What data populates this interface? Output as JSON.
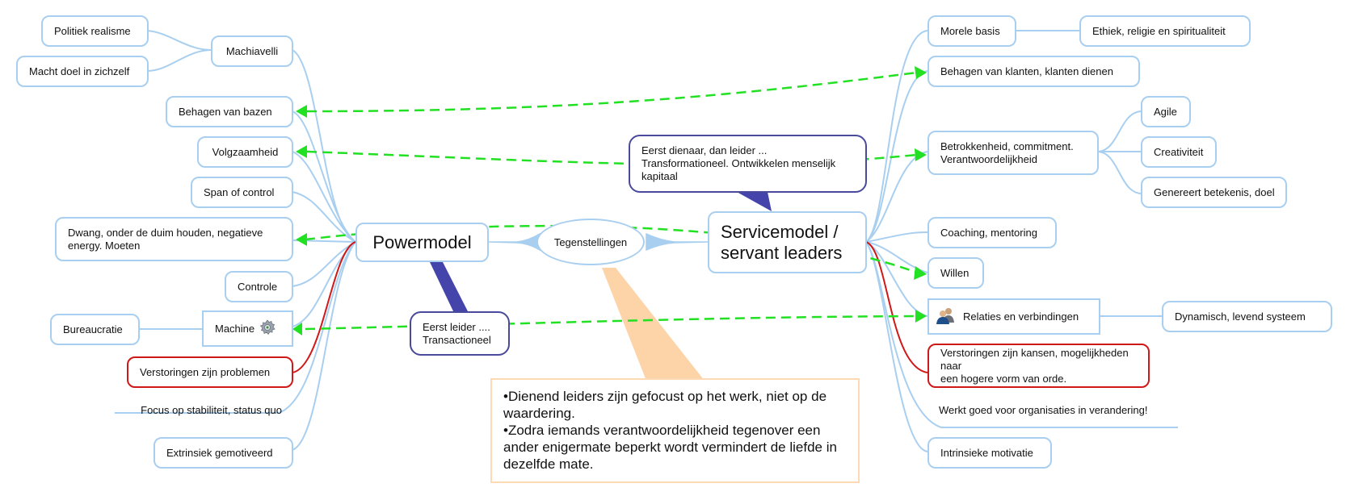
{
  "center": {
    "left_topic": "Powermodel",
    "right_topic_line1": "Servicemodel /",
    "right_topic_line2": "servant leaders",
    "middle": "Tegenstellingen"
  },
  "callouts": {
    "power": [
      "Eerst leider ....",
      "Transactioneel"
    ],
    "service": [
      "Eerst dienaar, dan leider ...",
      "Transformationeel. Ontwikkelen menselijk",
      "kapitaal"
    ],
    "note": [
      "•Dienend leiders zijn gefocust op het werk, niet op de waardering.",
      "•Zodra iemands verantwoordelijkheid tegenover een ander enigermate beperkt wordt vermindert de liefde in dezelfde mate."
    ]
  },
  "left": {
    "machiavelli": "Machiavelli",
    "politiek": "Politiek realisme",
    "macht": "Macht doel in zichzelf",
    "behagen_bazen": "Behagen van bazen",
    "volgzaamheid": "Volgzaamheid",
    "span": "Span of control",
    "dwang_line1": "Dwang, onder de duim houden, negatieve",
    "dwang_line2": "energy. Moeten",
    "controle": "Controle",
    "machine": "Machine",
    "bureaucratie": "Bureaucratie",
    "verstoringen": "Verstoringen zijn problemen",
    "focus": "Focus op stabiliteit, status quo",
    "extrinsiek": "Extrinsiek gemotiveerd"
  },
  "right": {
    "morele": "Morele basis",
    "ethiek": "Ethiek, religie en spiritualiteit",
    "behagen_klanten": "Behagen van klanten, klanten dienen",
    "betrokkenheid_line1": "Betrokkenheid, commitment.",
    "betrokkenheid_line2": "Verantwoordelijkheid",
    "agile": "Agile",
    "creativiteit": "Creativiteit",
    "genereert": "Genereert betekenis, doel",
    "coaching": "Coaching, mentoring",
    "willen": "Willen",
    "relaties": "Relaties en verbindingen",
    "dynamisch": "Dynamisch, levend systeem",
    "verstoringen_line1": "Verstoringen zijn kansen, mogelijkheden naar",
    "verstoringen_line2": "een hogere vorm van orde.",
    "werkt": "Werkt goed voor organisaties in verandering!",
    "intrinsiek": "Intrinsieke motivatie"
  },
  "icons": {
    "machine": "gear-icon",
    "relaties": "people-icon"
  },
  "colors": {
    "branch": "#a9cff0",
    "red_branch": "#d01818",
    "relation": "#22e022",
    "callout": "#4a4a9c",
    "note_pointer": "#fdd3a8"
  }
}
